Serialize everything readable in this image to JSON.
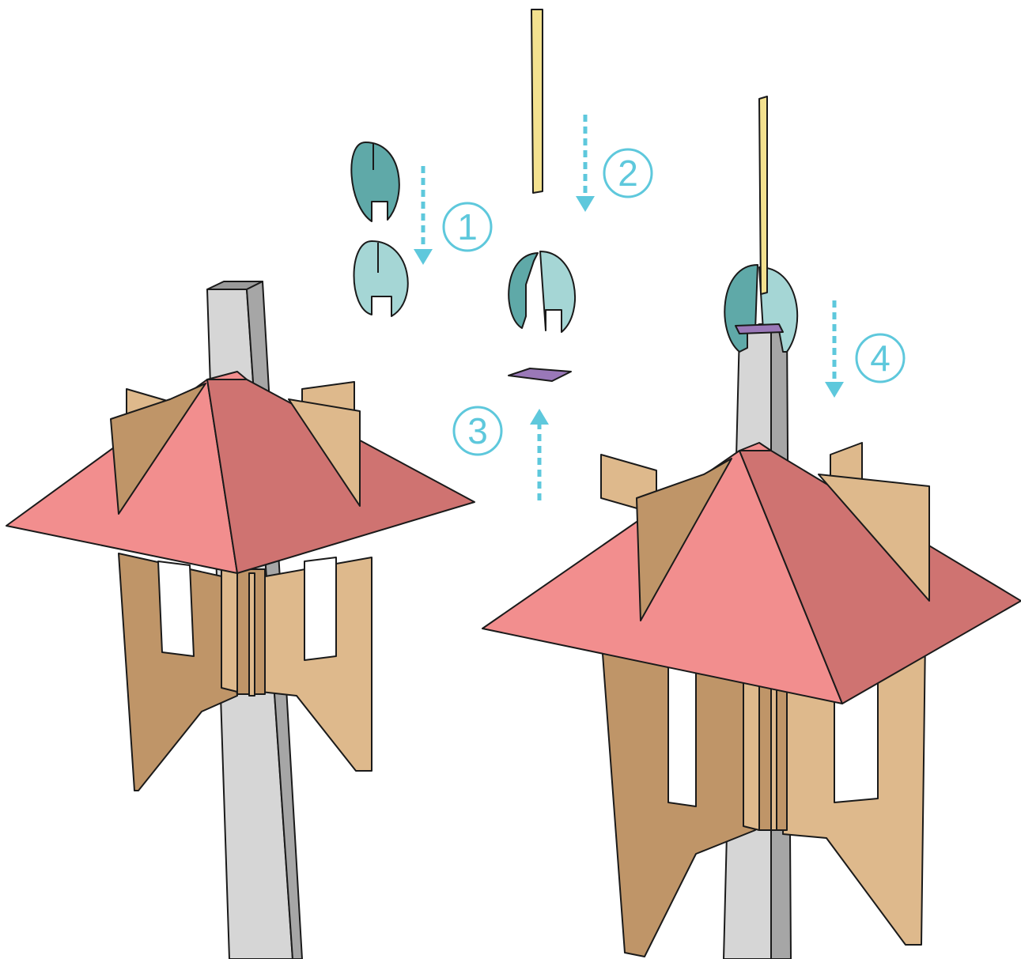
{
  "colors": {
    "pole_light": "#d6d6d6",
    "pole_mid": "#c2c2c2",
    "pole_dark": "#a6a6a6",
    "roof_light": "#f28e8e",
    "roof_dark": "#cf7371",
    "fin_light": "#deb98c",
    "fin_dark": "#bf9568",
    "clip_dark": "#5fa9a8",
    "clip_light": "#a5d6d5",
    "dowel": "#f3e18f",
    "spacer": "#9a78b8",
    "arrow": "#5ec8dc",
    "outline": "#1a1a1a"
  },
  "steps": [
    {
      "label": "1",
      "arrow_direction": "down"
    },
    {
      "label": "2",
      "arrow_direction": "down"
    },
    {
      "label": "3",
      "arrow_direction": "up"
    },
    {
      "label": "4",
      "arrow_direction": "down"
    }
  ],
  "parts": {
    "left_assembly": "roof-with-fins-on-square-pole",
    "right_assembly": "roof-with-fins-and-ball-cap",
    "cap_halves": "teal-split-sphere-halves",
    "dowel": "yellow-dowel",
    "spacer": "purple-square-spacer"
  }
}
